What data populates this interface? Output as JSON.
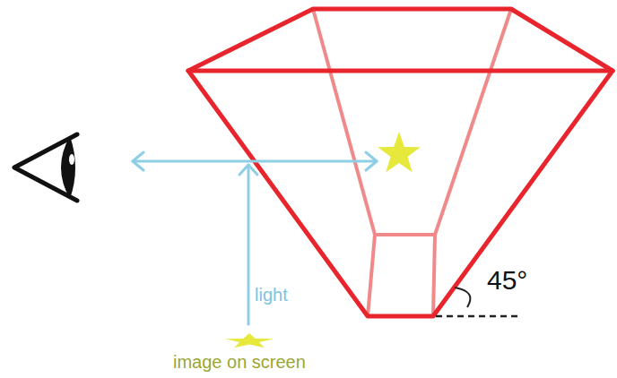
{
  "diagram": {
    "labels": [
      "light",
      "image on screen",
      "45°"
    ]
  }
}
